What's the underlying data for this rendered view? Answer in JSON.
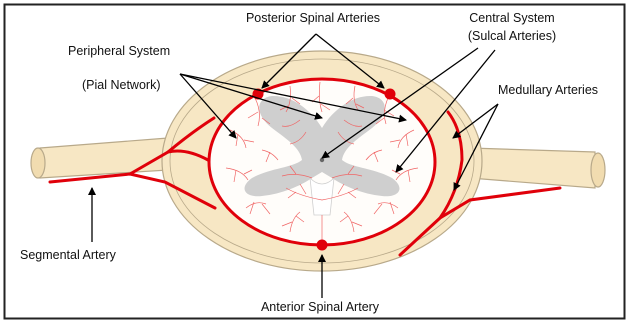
{
  "labels": {
    "posterior_spinal_arteries": "Posterior Spinal Arteries",
    "central_system": "Central System",
    "sulcal_arteries": "(Sulcal Arteries)",
    "peripheral_system": "Peripheral System",
    "pial_network": "(Pial Network)",
    "medullary_arteries": "Medullary Arteries",
    "segmental_artery": "Segmental Artery",
    "anterior_spinal_artery": "Anterior Spinal Artery"
  },
  "colors": {
    "artery": "#e0000a",
    "capillary": "#f06464",
    "nerve_root": "#f7e7c4",
    "outline": "#b8a98a",
    "grey_matter": "#cfcfcf",
    "arrow": "#000000"
  }
}
